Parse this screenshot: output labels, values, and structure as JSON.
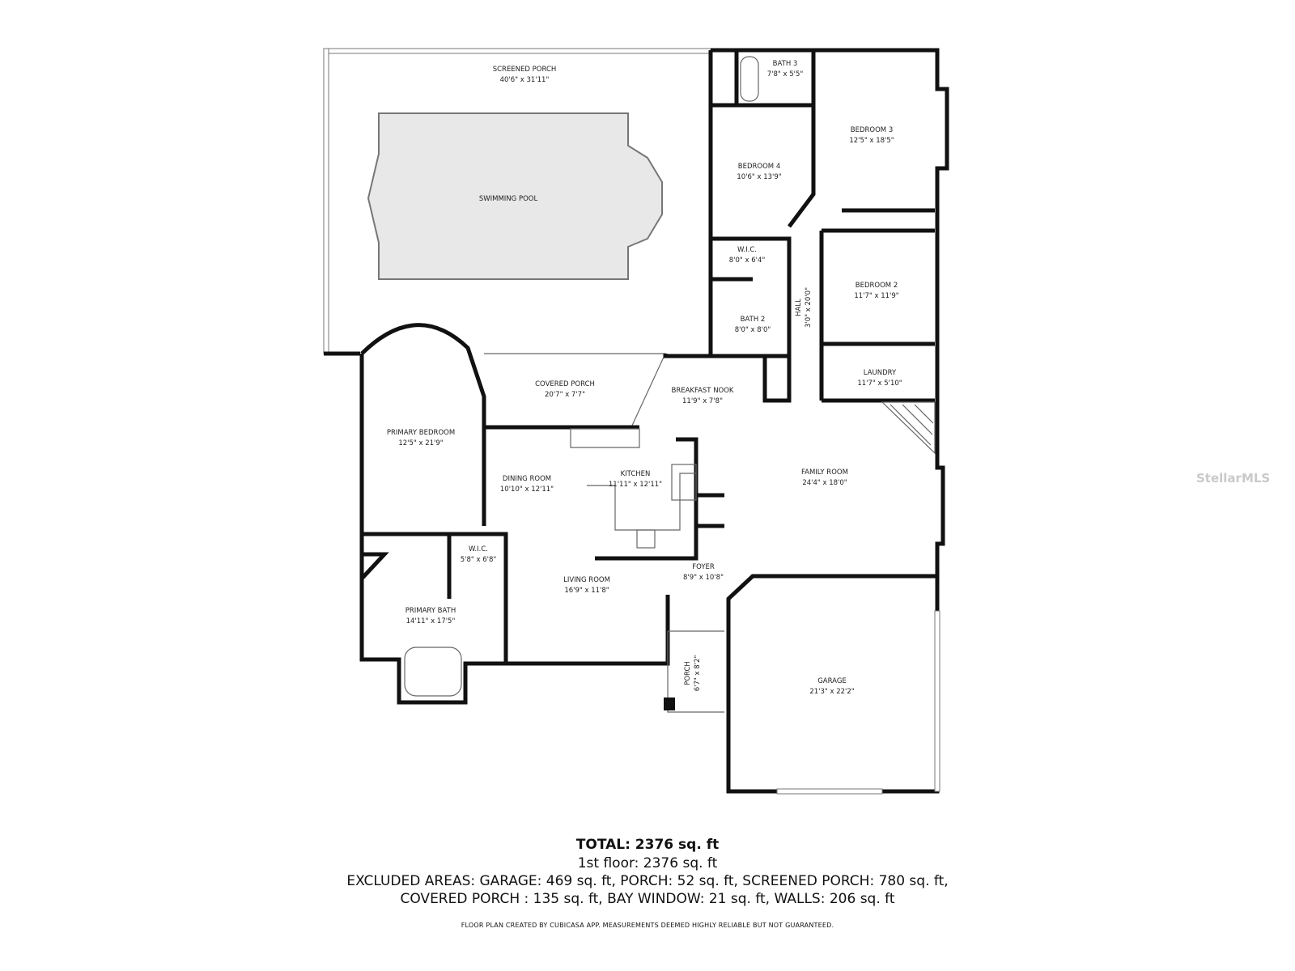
{
  "rooms": {
    "screened_porch": {
      "name": "SCREENED PORCH",
      "dims": "40'6\" x 31'11\""
    },
    "swimming_pool": {
      "name": "SWIMMING POOL"
    },
    "bath3": {
      "name": "BATH 3",
      "dims": "7'8\" x 5'5\""
    },
    "bedroom3": {
      "name": "BEDROOM 3",
      "dims": "12'5\" x 18'5\""
    },
    "bedroom4": {
      "name": "BEDROOM 4",
      "dims": "10'6\" x 13'9\""
    },
    "wic_upper": {
      "name": "W.I.C.",
      "dims": "8'0\" x 6'4\""
    },
    "bath2": {
      "name": "BATH 2",
      "dims": "8'0\" x 8'0\""
    },
    "hall": {
      "name": "HALL",
      "dims": "3'0\" x 20'0\""
    },
    "bedroom2": {
      "name": "BEDROOM 2",
      "dims": "11'7\" x 11'9\""
    },
    "laundry": {
      "name": "LAUNDRY",
      "dims": "11'7\" x 5'10\""
    },
    "covered_porch": {
      "name": "COVERED PORCH",
      "dims": "20'7\" x 7'7\""
    },
    "breakfast_nook": {
      "name": "BREAKFAST NOOK",
      "dims": "11'9\" x 7'8\""
    },
    "primary_bedroom": {
      "name": "PRIMARY BEDROOM",
      "dims": "12'5\" x 21'9\""
    },
    "dining_room": {
      "name": "DINING ROOM",
      "dims": "10'10\" x 12'11\""
    },
    "kitchen": {
      "name": "KITCHEN",
      "dims": "11'11\" x 12'11\""
    },
    "family_room": {
      "name": "FAMILY ROOM",
      "dims": "24'4\" x 18'0\""
    },
    "wic_primary": {
      "name": "W.I.C.",
      "dims": "5'8\" x 6'8\""
    },
    "living_room": {
      "name": "LIVING ROOM",
      "dims": "16'9\" x 11'8\""
    },
    "foyer": {
      "name": "FOYER",
      "dims": "8'9\" x 10'8\""
    },
    "primary_bath": {
      "name": "PRIMARY BATH",
      "dims": "14'11\" x 17'5\""
    },
    "porch": {
      "name": "PORCH",
      "dims": "6'7\" x 8'2\""
    },
    "garage": {
      "name": "GARAGE",
      "dims": "21'3\" x 22'2\""
    }
  },
  "summary": {
    "total": "TOTAL: 2376 sq. ft",
    "floor1": "1st floor: 2376 sq. ft",
    "excluded_1": "EXCLUDED AREAS: GARAGE: 469 sq. ft, PORCH: 52 sq. ft, SCREENED PORCH: 780 sq. ft,",
    "excluded_2": "COVERED PORCH : 135 sq. ft, BAY WINDOW: 21 sq. ft, WALLS: 206 sq. ft",
    "footer": "FLOOR PLAN CREATED BY CUBICASA APP. MEASUREMENTS DEEMED HIGHLY RELIABLE BUT NOT GUARANTEED."
  },
  "watermark": "StellarMLS",
  "colors": {
    "wall": "#111111",
    "pool": "#e8e8e8"
  }
}
